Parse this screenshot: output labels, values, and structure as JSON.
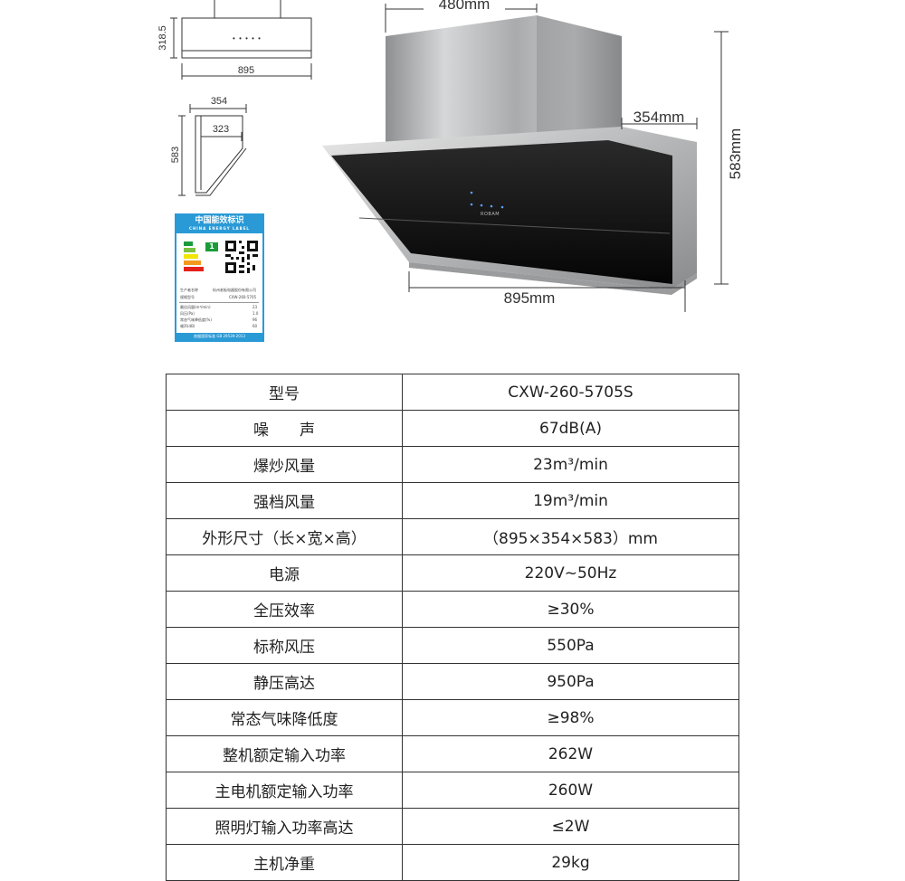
{
  "top_view": {
    "height_label": "318.5",
    "width_label": "895",
    "buttons": "• • • • •"
  },
  "side_view": {
    "depth_label": "354",
    "inner_depth_label": "323",
    "height_label": "583"
  },
  "energy_label": {
    "title": "中国能效标识",
    "subtitle": "CHINA ENERGY LABEL",
    "grade": "1",
    "manufacturer_label": "生产者名称",
    "manufacturer": "杭州老板电器股份有限公司",
    "model_label": "规格型号",
    "model": "CXW-260-5705",
    "rows": [
      {
        "label": "最佳风量(m³/min)",
        "value": "23"
      },
      {
        "label": "风压(Pa)",
        "value": "1.0"
      },
      {
        "label": "常态气味降低度(%)",
        "value": "96"
      },
      {
        "label": "噪声(dB)",
        "value": "60"
      }
    ],
    "footer": "依据国家标准 GB 29539-2013"
  },
  "product_view": {
    "top_width": "480mm",
    "depth": "354mm",
    "height": "583mm",
    "width": "895mm",
    "brand": "ROBAM"
  },
  "specs": [
    {
      "name": "型号",
      "value": "CXW-260-5705S"
    },
    {
      "name": "噪　　声",
      "value": "67dB(A)"
    },
    {
      "name": "爆炒风量",
      "value": "23m³/min"
    },
    {
      "name": "强档风量",
      "value": "19m³/min"
    },
    {
      "name": "外形尺寸（长×宽×高）",
      "value": "（895×354×583）mm"
    },
    {
      "name": "电源",
      "value": "220V~50Hz"
    },
    {
      "name": "全压效率",
      "value": "≥30%"
    },
    {
      "name": "标称风压",
      "value": "550Pa"
    },
    {
      "name": "静压高达",
      "value": "950Pa"
    },
    {
      "name": "常态气味降低度",
      "value": "≥98%"
    },
    {
      "name": "整机额定输入功率",
      "value": "262W"
    },
    {
      "name": "主电机额定输入功率",
      "value": "260W"
    },
    {
      "name": "照明灯输入功率高达",
      "value": "≤2W"
    },
    {
      "name": "主机净重",
      "value": "29kg"
    }
  ]
}
